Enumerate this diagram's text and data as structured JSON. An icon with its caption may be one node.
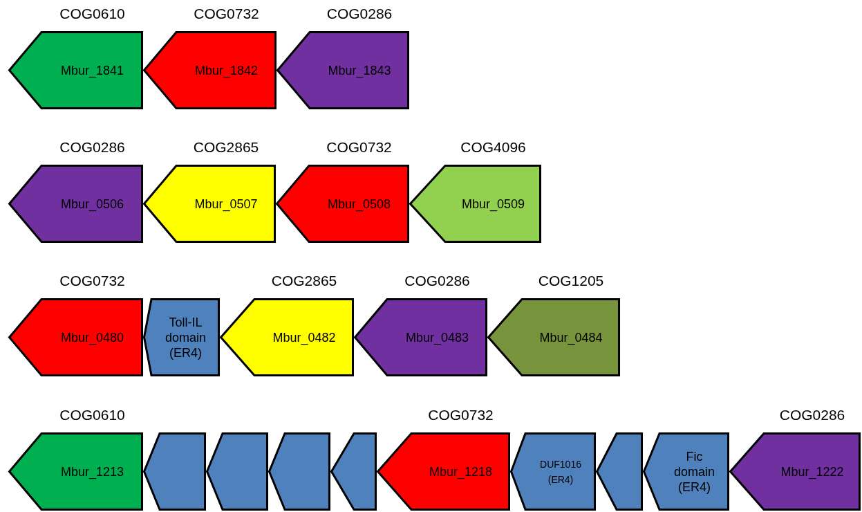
{
  "diagram": {
    "nodes": [
      {
        "text": [
          "COG0610",
          "Mbur_1841"
        ]
      },
      {
        "text": [
          "COG0732",
          "Mbur_1842"
        ]
      },
      {
        "text": [
          "COG0286",
          "Mbur_1843"
        ]
      },
      {
        "text": [
          "COG0286",
          "Mbur_0506"
        ]
      },
      {
        "text": [
          "COG2865",
          "Mbur_0507"
        ]
      },
      {
        "text": [
          "COG0732",
          "Mbur_0508"
        ]
      },
      {
        "text": [
          "COG4096",
          "Mbur_0509"
        ]
      },
      {
        "text": [
          "COG0732",
          "Mbur_0480"
        ]
      },
      {
        "text": [
          "Toll-IL domain (ER4)"
        ]
      },
      {
        "text": [
          "COG2865",
          "Mbur_0482"
        ]
      },
      {
        "text": [
          "COG0286",
          "Mbur_0483"
        ]
      },
      {
        "text": [
          "COG1205",
          "Mbur_0484"
        ]
      },
      {
        "text": [
          "COG0610",
          "Mbur_1213"
        ]
      },
      {
        "text": [],
        "shape": "pentagon"
      },
      {
        "text": [],
        "shape": "pentagon"
      },
      {
        "text": [],
        "shape": "pentagon"
      },
      {
        "text": [],
        "shape": "pentagon"
      },
      {
        "text": [
          "COG0732",
          "Mbur_1218"
        ]
      },
      {
        "text": [
          "DUF1016 (ER4)"
        ]
      },
      {
        "text": [],
        "shape": "pentagon"
      },
      {
        "text": [
          "Fic domain (ER4)"
        ]
      },
      {
        "text": [
          "COG0286",
          "Mbur_1222"
        ]
      }
    ]
  }
}
